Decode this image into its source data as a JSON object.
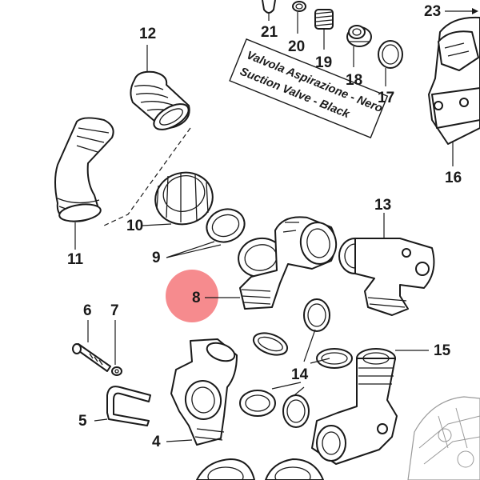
{
  "diagram": {
    "description_label": {
      "line1": "Valvola Aspirazione - Nero",
      "line2": "Suction Valve - Black"
    },
    "part_numbers": {
      "p4": "4",
      "p5": "5",
      "p6": "6",
      "p7": "7",
      "p8": "8",
      "p9": "9",
      "p10": "10",
      "p11": "11",
      "p12": "12",
      "p13": "13",
      "p14": "14",
      "p15": "15",
      "p16": "16",
      "p17": "17",
      "p18": "18",
      "p19": "19",
      "p20": "20",
      "p21": "21",
      "p23": "23"
    },
    "highlight": {
      "part": "8",
      "color": "#f4777a"
    }
  }
}
